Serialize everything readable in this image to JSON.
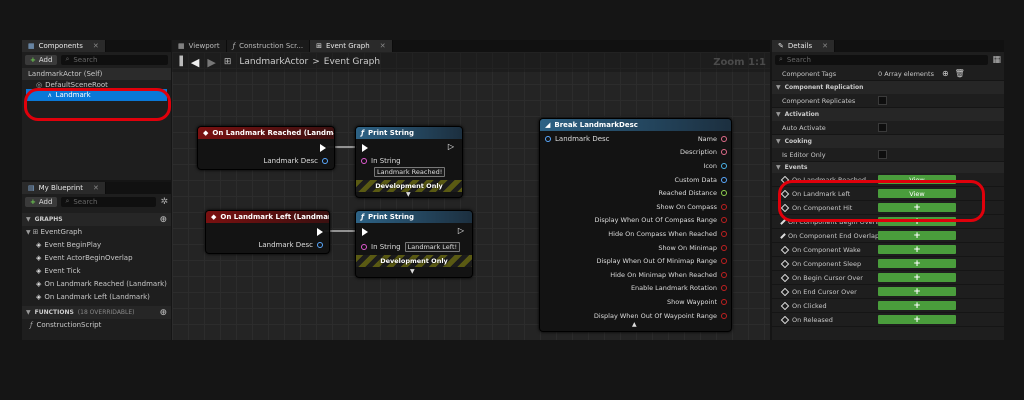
{
  "components": {
    "tab_label": "Components",
    "add_label": "Add",
    "search_placeholder": "Search",
    "root_item": "LandmarkActor (Self)",
    "scene_root": "DefaultSceneRoot",
    "landmark_item": "Landmark"
  },
  "my_blueprint": {
    "tab_label": "My Blueprint",
    "add_label": "Add",
    "search_placeholder": "Search",
    "graphs_header": "GRAPHS",
    "event_graph": "EventGraph",
    "events": [
      "Event BeginPlay",
      "Event ActorBeginOverlap",
      "Event Tick",
      "On Landmark Reached (Landmark)",
      "On Landmark Left (Landmark)"
    ],
    "functions_header": "FUNCTIONS",
    "functions_count": "(18 OVERRIDABLE)",
    "construction_script": "ConstructionScript"
  },
  "editor_tabs": [
    "Viewport",
    "Construction Scr...",
    "Event Graph"
  ],
  "breadcrumb": {
    "actor": "LandmarkActor",
    "separator": ">",
    "graph": "Event Graph"
  },
  "zoom_label": "Zoom 1:1",
  "nodes": {
    "reached_event": {
      "title": "On Landmark Reached (Landmark)",
      "pin": "Landmark Desc"
    },
    "left_event": {
      "title": "On Landmark Left (Landmark)",
      "pin": "Landmark Desc"
    },
    "print1": {
      "title": "Print String",
      "in_string_label": "In String",
      "in_string_value": "Landmark Reached!",
      "dev_only": "Development Only"
    },
    "print2": {
      "title": "Print String",
      "in_string_label": "In String",
      "in_string_value": "Landmark Left!",
      "dev_only": "Development Only"
    },
    "break": {
      "title": "Break LandmarkDesc",
      "input": "Landmark Desc",
      "outputs": [
        "Name",
        "Description",
        "Icon",
        "Custom Data",
        "Reached Distance",
        "Show On Compass",
        "Display When Out Of Compass Range",
        "Hide On Compass When Reached",
        "Show On Minimap",
        "Display When Out Of Minimap Range",
        "Hide On Minimap When Reached",
        "Enable Landmark Rotation",
        "Show Waypoint",
        "Display When Out Of Waypoint Range"
      ]
    }
  },
  "details": {
    "tab_label": "Details",
    "search_placeholder": "Search",
    "component_tags_label": "Component Tags",
    "component_tags_value": "0 Array elements",
    "replication_header": "Component Replication",
    "replicates_label": "Component Replicates",
    "activation_header": "Activation",
    "auto_activate_label": "Auto Activate",
    "cooking_header": "Cooking",
    "editor_only_label": "Is Editor Only",
    "events_header": "Events",
    "view_label": "View",
    "events_view": [
      "On Landmark Reached",
      "On Landmark Left"
    ],
    "events_add": [
      "On Component Hit",
      "On Component Begin Overlap",
      "On Component End Overlap",
      "On Component Wake",
      "On Component Sleep",
      "On Begin Cursor Over",
      "On End Cursor Over",
      "On Clicked",
      "On Released"
    ]
  },
  "colors": {
    "highlight": "#e0000b",
    "selected": "#0a78d7",
    "green_button": "#4a9d3c",
    "event_node": "#7a1010",
    "function_node": "#2d6285"
  }
}
